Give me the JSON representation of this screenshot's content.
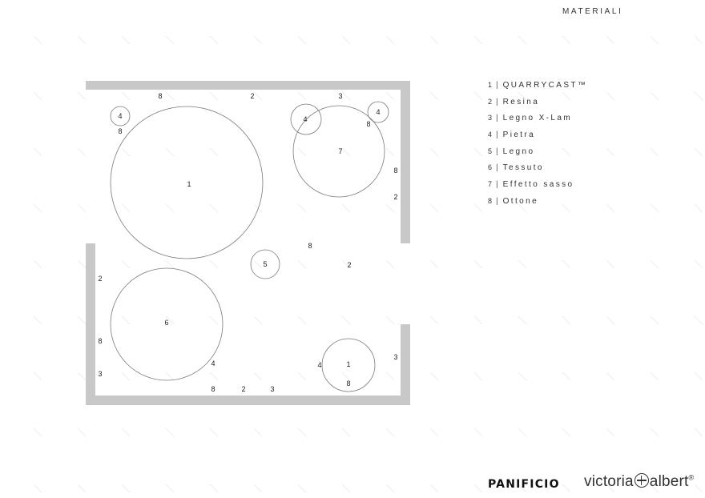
{
  "header": {
    "title": "MATERIALI"
  },
  "legend": [
    {
      "num": "1",
      "label": "QUARRYCAST™"
    },
    {
      "num": "2",
      "label": "Resina"
    },
    {
      "num": "3",
      "label": "Legno X-Lam"
    },
    {
      "num": "4",
      "label": "Pietra"
    },
    {
      "num": "5",
      "label": "Legno"
    },
    {
      "num": "6",
      "label": "Tessuto"
    },
    {
      "num": "7",
      "label": "Effetto sasso"
    },
    {
      "num": "8",
      "label": "Ottone"
    }
  ],
  "plan_labels": {
    "top_8": "8",
    "top_2": "2",
    "top_3": "3",
    "tl_small_circle": "4",
    "tl_small_8": "8",
    "big_circle": "1",
    "tr_mid_circle": "4",
    "tr_small_circle": "4",
    "tr_8": "8",
    "tr_big_circle": "7",
    "right_8": "8",
    "right_2": "2",
    "center_8": "8",
    "center_circle": "5",
    "center_2": "2",
    "left_2": "2",
    "bl_circle": "6",
    "left_8": "8",
    "left_3": "3",
    "bl_4": "4",
    "bottom_8": "8",
    "bottom_2": "2",
    "bottom_3": "3",
    "br_4": "4",
    "br_circle": "1",
    "br_8": "8",
    "right_3": "3"
  },
  "brands": {
    "panificio": "PANIFICIO",
    "va_left": "victoria",
    "va_right": "albert",
    "va_mark": "®"
  },
  "colors": {
    "wall": "#c8c8c8",
    "line": "#7a7a7a",
    "hatch": "#eeeeee"
  }
}
